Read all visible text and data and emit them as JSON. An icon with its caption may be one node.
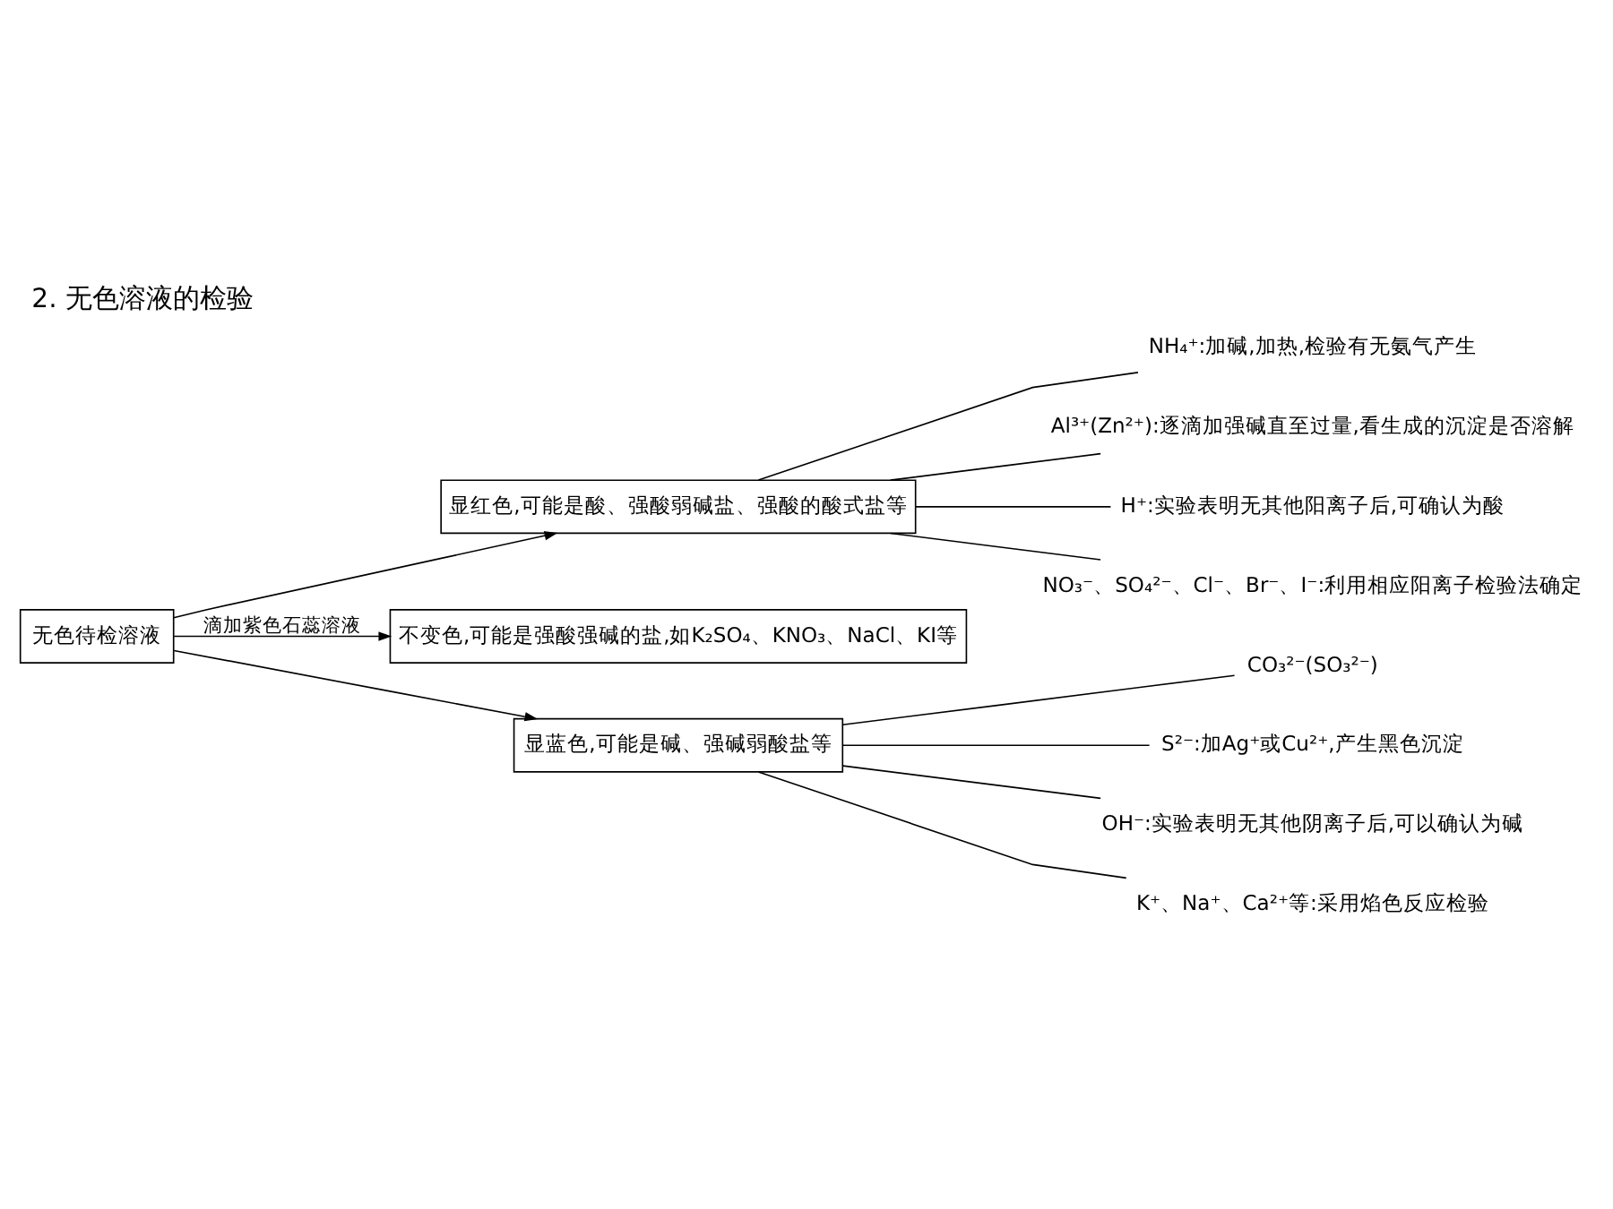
{
  "diagram": {
    "title": "2. 无色溶液的检验",
    "nodes": [
      {
        "text": [
          "无色待检溶液"
        ]
      },
      {
        "text": [
          "显红色,可能是酸、强酸弱碱盐、强酸的酸式盐等"
        ]
      },
      {
        "text": [
          "不变色,可能是强酸强碱的盐,如K₂SO₄、KNO₃、NaCl、KI等"
        ]
      },
      {
        "text": [
          "显蓝色,可能是碱、强碱弱酸盐等"
        ]
      },
      {
        "text": [
          "NH₄⁺:加碱,加热,检验有无氨气产生"
        ]
      },
      {
        "text": [
          "Al³⁺(Zn²⁺):逐滴加强碱直至过量,看生成的沉淀是否溶解"
        ]
      },
      {
        "text": [
          "H⁺:实验表明无其他阳离子后,可确认为酸"
        ]
      },
      {
        "text": [
          "NO₃⁻、SO₄²⁻、Cl⁻、Br⁻、I⁻:利用相应阳离子检验法确定"
        ]
      },
      {
        "text": [
          "CO₃²⁻(SO₃²⁻)"
        ]
      },
      {
        "text": [
          "S²⁻:加Ag⁺或Cu²⁺,产生黑色沉淀"
        ]
      },
      {
        "text": [
          "OH⁻:实验表明无其他阴离子后,可以确认为碱"
        ]
      },
      {
        "text": [
          "K⁺、Na⁺、Ca²⁺等:采用焰色反应检验"
        ]
      }
    ],
    "edges": [
      {
        "from": 0,
        "to": 1,
        "arrow": "to"
      },
      {
        "from": 0,
        "to": 2,
        "arrow": "to",
        "label": "滴加紫色石蕊溶液"
      },
      {
        "from": 0,
        "to": 3,
        "arrow": "to"
      },
      {
        "from": 1,
        "to": 4,
        "arrow": "none"
      },
      {
        "from": 1,
        "to": 5,
        "arrow": "none"
      },
      {
        "from": 1,
        "to": 6,
        "arrow": "none"
      },
      {
        "from": 1,
        "to": 7,
        "arrow": "none"
      },
      {
        "from": 3,
        "to": 8,
        "arrow": "none"
      },
      {
        "from": 3,
        "to": 9,
        "arrow": "none"
      },
      {
        "from": 3,
        "to": 10,
        "arrow": "none"
      },
      {
        "from": 3,
        "to": 11,
        "arrow": "none"
      }
    ]
  }
}
